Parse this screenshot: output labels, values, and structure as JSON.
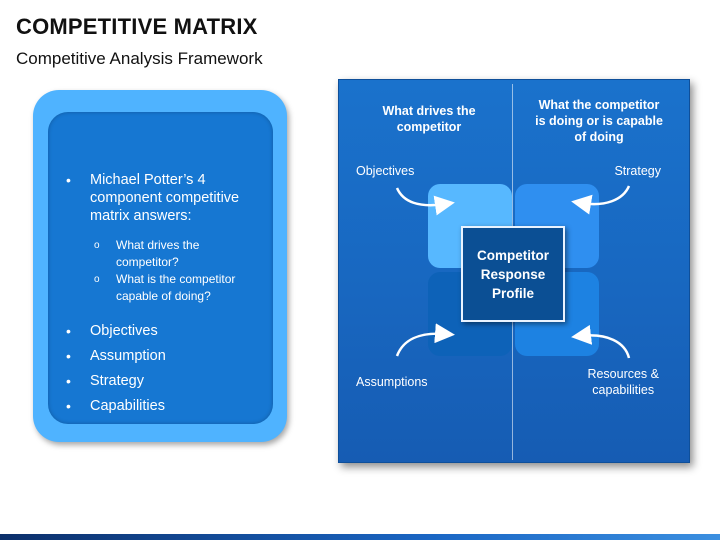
{
  "title": "COMPETITIVE MATRIX",
  "subtitle": "Competitive Analysis Framework",
  "left_panel": {
    "intro": [
      "Michael Potter’s 4",
      "component competitive",
      "matrix answers:"
    ],
    "sub_items": [
      [
        "What drives the",
        "competitor?"
      ],
      [
        "What is the competitor",
        "capable of doing?"
      ]
    ],
    "items": [
      "Objectives",
      "Assumption",
      "Strategy",
      "Capabilities"
    ],
    "bullet": "•",
    "sub_bullet": "o"
  },
  "matrix": {
    "left_header": [
      "What drives the",
      "competitor"
    ],
    "right_header": [
      "What the competitor",
      "is doing or is capable",
      "of doing"
    ],
    "top_left_label": "Objectives",
    "top_right_label": "Strategy",
    "bottom_left_label": "Assumptions",
    "bottom_right_label": [
      "Resources &",
      "capabilities"
    ],
    "center": [
      "Competitor",
      "Response",
      "Profile"
    ]
  },
  "colors": {
    "outer_panel": "#4fb3ff",
    "inner_panel": "#1677d2",
    "matrix_bg": "#1a72cc",
    "quad_top_left": "#57b8ff",
    "quad_top_right": "#2f8ff0",
    "quad_bottom_left": "#0d62b8",
    "quad_bottom_right": "#1d82e2",
    "center_box": "#0b4f94"
  }
}
